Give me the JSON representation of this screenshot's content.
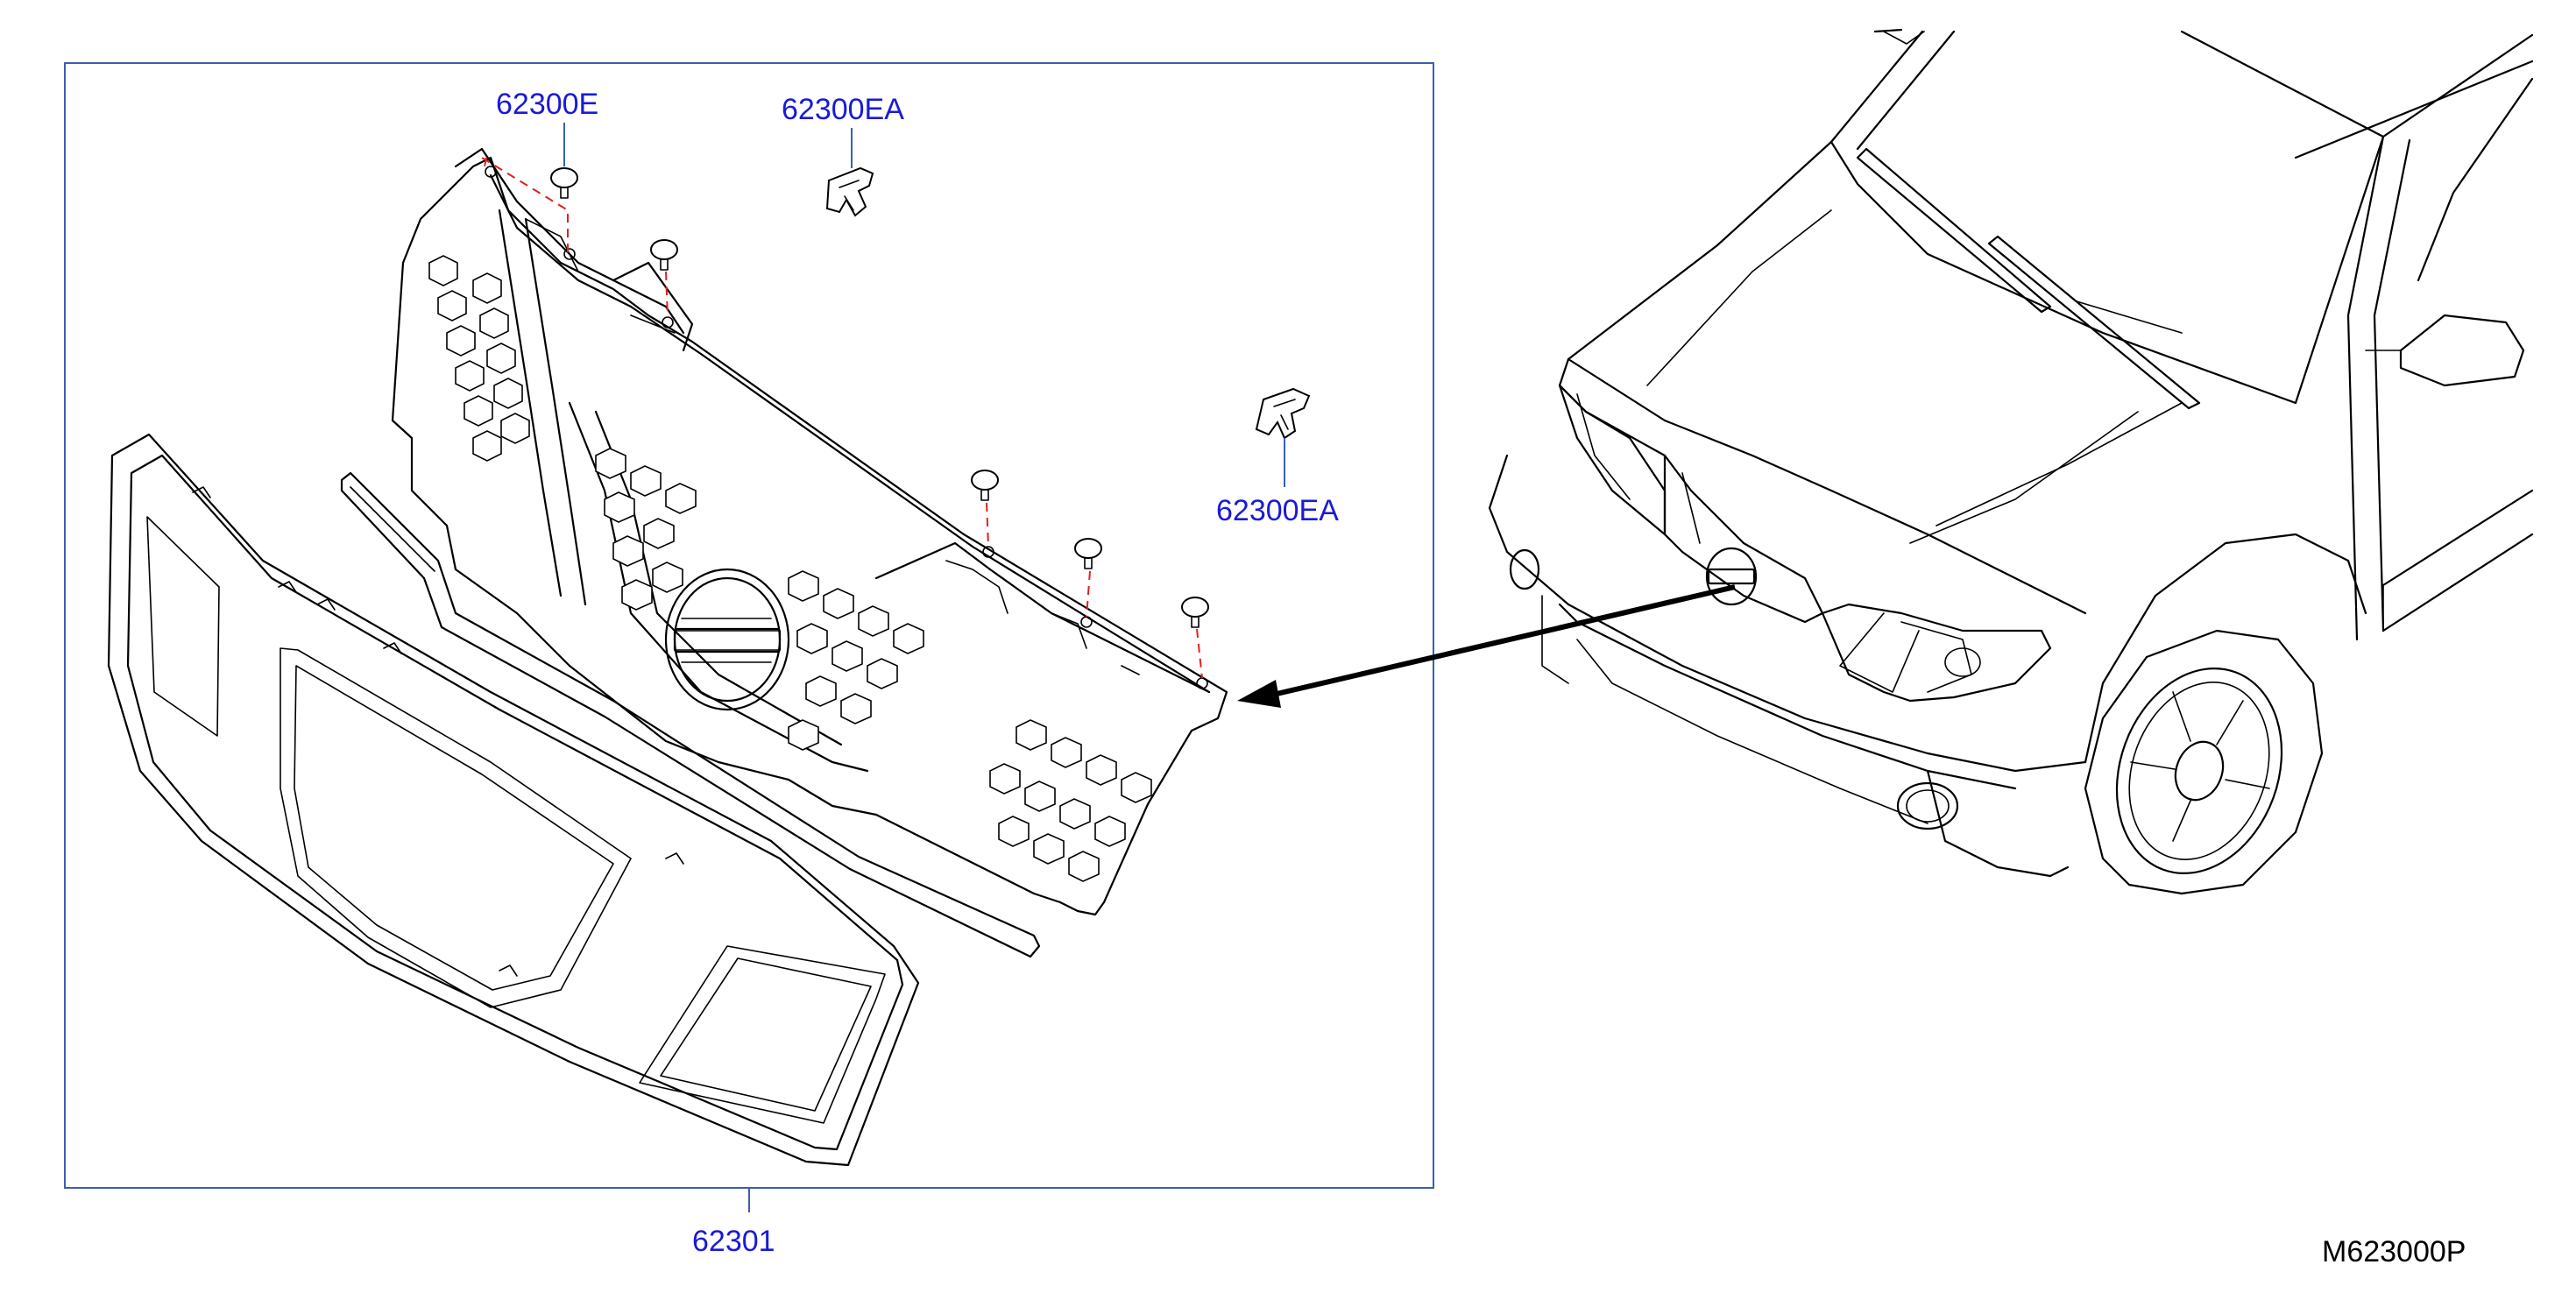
{
  "callouts": {
    "clip_top": "62300E",
    "retainer_top": "62300EA",
    "retainer_right": "62300EA",
    "grille_assembly": "62301"
  },
  "diagram_code": "M623000P",
  "colors": {
    "callout_text": "#1a1ad6",
    "leader_line": "#3a5fb0",
    "fastener_dash": "#e02020",
    "line_art": "#000000"
  }
}
